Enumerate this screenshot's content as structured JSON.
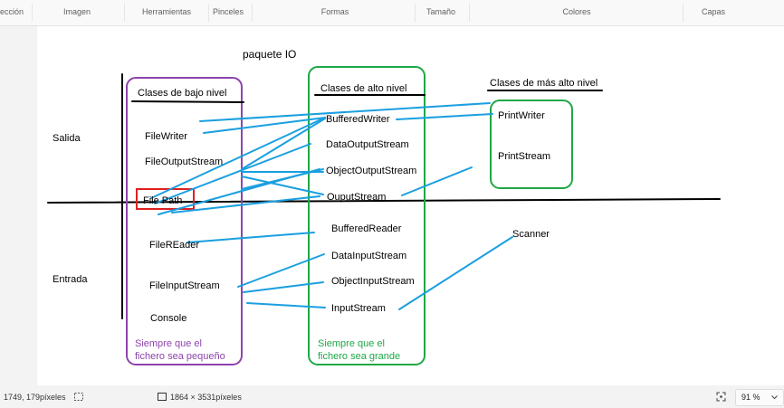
{
  "ribbon": {
    "seleccion": "lección",
    "imagen": "Imagen",
    "herramientas": "Herramientas",
    "pinceles": "Pinceles",
    "formas": "Formas",
    "tamano": "Tamaño",
    "colores": "Colores",
    "capas": "Capas"
  },
  "drawing": {
    "title": "paquete IO",
    "salida": "Salida",
    "entrada": "Entrada",
    "low_header": "Clases de bajo nivel",
    "high_header": "Clases de alto nivel",
    "top_header": "Clases de más alto nivel",
    "low": {
      "filewriter": "FileWriter",
      "fileoutputstream": "FileOutputStream",
      "filepath": "File Path",
      "filereader": "FileREader",
      "fileinputstream": "FileInputStream",
      "console": "Console"
    },
    "high": {
      "bufferedwriter": "BufferedWriter",
      "dataoutputstream": "DataOutputStream",
      "objectoutputstream": "ObjectOutputStream",
      "outputstream": "OuputStream",
      "bufferedreader": "BufferedReader",
      "datainputstream": "DataInputStream",
      "objectinputstream": "ObjectInputStream",
      "inputstream": "InputStream"
    },
    "top": {
      "printwriter": "PrintWriter",
      "printstream": "PrintStream",
      "scanner": "Scanner"
    },
    "low_note_1": "Siempre que el",
    "low_note_2": "fichero sea pequeño",
    "high_note_1": "Siempre que el",
    "high_note_2": "fichero sea grande",
    "colors": {
      "purple": "#8e44ad",
      "green": "#1fa846",
      "blue": "#1a9fe0",
      "red": "#e02020"
    }
  },
  "status": {
    "cursor": "1749, 179píxeles",
    "size": "1864 × 3531píxeles",
    "zoom": "91 %"
  }
}
